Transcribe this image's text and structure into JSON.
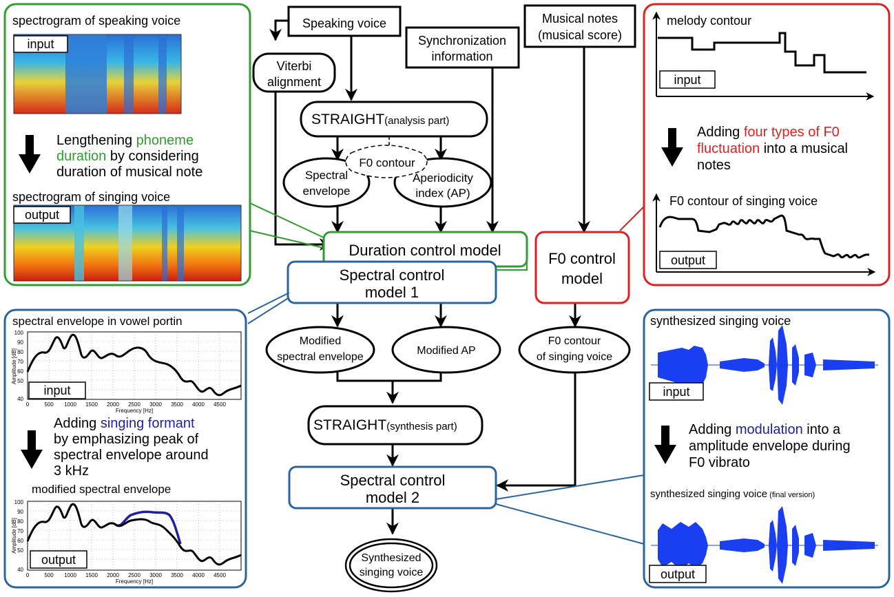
{
  "flow": {
    "speaking_voice": "Speaking voice",
    "sync_info_1": "Synchronization",
    "sync_info_2": "information",
    "musical_notes_1": "Musical notes",
    "musical_notes_2": "(musical score)",
    "viterbi_1": "Viterbi",
    "viterbi_2": "alignment",
    "straight_analysis_main": "STRAIGHT",
    "straight_analysis_sub": "(analysis part)",
    "f0_contour": "F0 contour",
    "spectral_env_1": "Spectral",
    "spectral_env_2": "envelope",
    "aperiodicity_1": "Aperiodicity",
    "aperiodicity_2": "index (AP)",
    "duration_model": "Duration control model",
    "f0_model_1": "F0 control",
    "f0_model_2": "model",
    "spectral_model1_1": "Spectral control",
    "spectral_model1_2": "model 1",
    "mod_spectral_1": "Modified",
    "mod_spectral_2": "spectral envelope",
    "mod_ap": "Modified AP",
    "f0_singing_1": "F0 contour",
    "f0_singing_2": "of singing voice",
    "straight_synth_main": "STRAIGHT",
    "straight_synth_sub": "(synthesis part)",
    "spectral_model2_1": "Spectral control",
    "spectral_model2_2": "model 2",
    "synth_voice_1": "Synthesized",
    "synth_voice_2": "singing voice"
  },
  "panel_duration": {
    "title_top": "spectrogram of speaking voice",
    "input_label": "input",
    "desc_line1_a": "Lengthening ",
    "desc_line1_b": "phoneme",
    "desc_line2_a": "duration",
    "desc_line2_b": " by considering",
    "desc_line3": "duration of musical note",
    "title_bottom": "spectrogram of singing voice",
    "output_label": "output",
    "highlight_color": "#2e9e2e"
  },
  "panel_f0": {
    "title_top": "melody contour",
    "input_label": "input",
    "desc_line1_a": "Adding ",
    "desc_line1_b": "four types of F0",
    "desc_line2_a": "fluctuation",
    "desc_line2_b": " into a musical",
    "desc_line3": "notes",
    "title_bottom": "F0 contour of singing voice",
    "output_label": "output",
    "highlight_color": "#e02020"
  },
  "panel_spectral1": {
    "title_top": "spectral envelope in vowel portin",
    "input_label": "input",
    "desc_line1_a": "Adding ",
    "desc_line1_b": "singing formant",
    "desc_line2": "by emphasizing peak of",
    "desc_line3": "spectral envelope around",
    "desc_line4": "3 kHz",
    "title_bottom": "modified spectral envelope",
    "output_label": "output",
    "ylabel": "Amplitude [dB]",
    "xlabel": "Frequency [Hz]",
    "yticks": [
      "100",
      "90",
      "80",
      "70",
      "60",
      "50",
      "40"
    ],
    "xticks": [
      "0",
      "500",
      "1000",
      "1500",
      "2000",
      "2500",
      "3000",
      "3500",
      "4000",
      "4500"
    ],
    "highlight_color": "#1f1f9e"
  },
  "panel_spectral2": {
    "title_top": "synthesized singing voice",
    "input_label": "input",
    "desc_line1_a": "Adding ",
    "desc_line1_b": "modulation",
    "desc_line1_c": " into a",
    "desc_line2": "amplitude envelope during",
    "desc_line3": "F0 vibrato",
    "title_bottom_a": "synthesized singing voice",
    "title_bottom_b": " (final version)",
    "output_label": "output",
    "highlight_color": "#1f1f9e"
  }
}
